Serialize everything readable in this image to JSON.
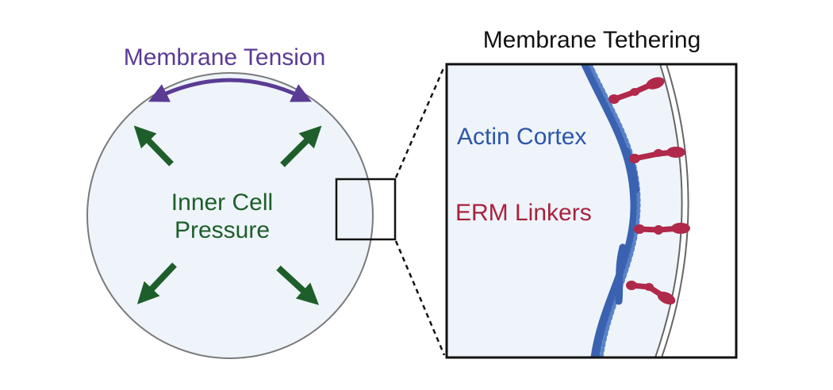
{
  "colors": {
    "background": "#ffffff",
    "cell_fill": "#eef4fa",
    "cell_outline": "#7a7a7a",
    "tension": "#5b3b94",
    "pressure": "#1e5e2a",
    "actin": "#3a62b0",
    "actin_light": "#5a82c8",
    "erm": "#b0284a",
    "box_stroke": "#111111",
    "title_text": "#111111"
  },
  "left_panel": {
    "tension_label": "Membrane Tension",
    "pressure_label_line1": "Inner Cell",
    "pressure_label_line2": "Pressure",
    "pressure_arrows": [
      "up-left",
      "up-right",
      "down-left",
      "down-right"
    ]
  },
  "right_panel": {
    "title": "Membrane Tethering",
    "actin_label": "Actin Cortex",
    "erm_label": "ERM Linkers",
    "linker_count": 4
  }
}
